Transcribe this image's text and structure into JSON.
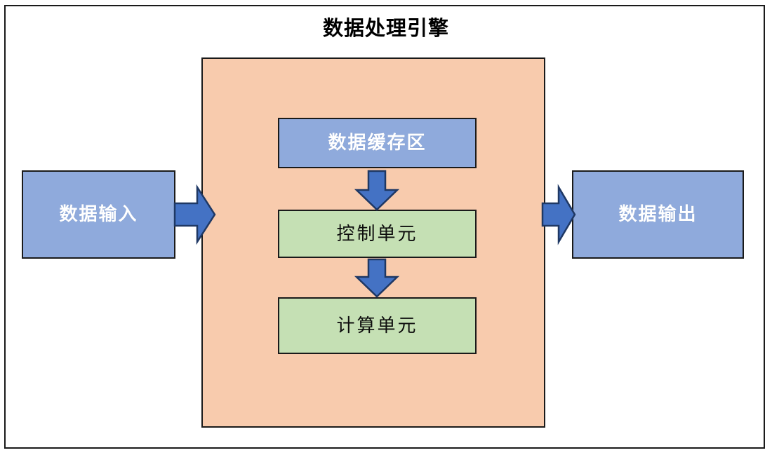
{
  "diagram": {
    "title": "数据处理引擎",
    "type": "block-flow-diagram",
    "colors": {
      "engine_fill": "#F8CBAD",
      "blue_fill": "#8FAADC",
      "green_fill": "#C5E0B4",
      "arrow_fill": "#4472C4",
      "arrow_stroke": "#1F3864",
      "border": "#1a1a1a",
      "background": "#FFFFFF"
    },
    "nodes": {
      "input": {
        "label": "数据输入",
        "fill": "#8FAADC",
        "text_color": "#FFFFFF"
      },
      "output": {
        "label": "数据输出",
        "fill": "#8FAADC",
        "text_color": "#FFFFFF"
      },
      "cache": {
        "label": "数据缓存区",
        "fill": "#8FAADC",
        "text_color": "#FFFFFF"
      },
      "control": {
        "label": "控制单元",
        "fill": "#C5E0B4",
        "text_color": "#0D0D0D"
      },
      "compute": {
        "label": "计算单元",
        "fill": "#C5E0B4",
        "text_color": "#0D0D0D"
      }
    },
    "arrows": [
      {
        "name": "arrow-input-to-engine",
        "direction": "right"
      },
      {
        "name": "arrow-engine-to-output",
        "direction": "right"
      },
      {
        "name": "arrow-cache-to-control",
        "direction": "down"
      },
      {
        "name": "arrow-control-to-compute",
        "direction": "down"
      }
    ]
  }
}
